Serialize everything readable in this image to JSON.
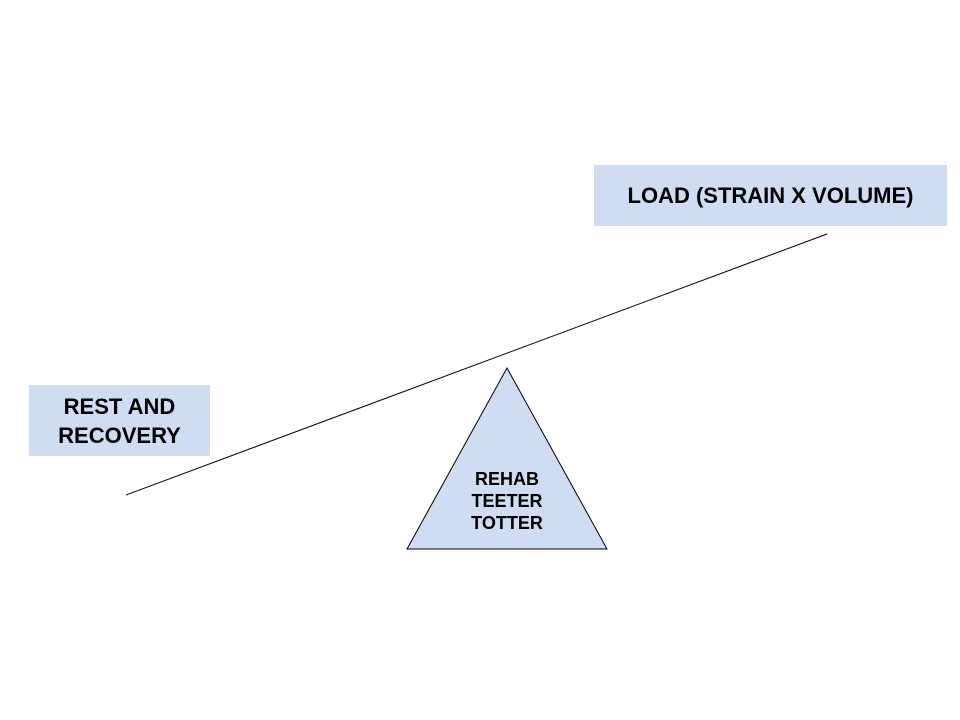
{
  "load_box": {
    "label": "LOAD (STRAIN X VOLUME)"
  },
  "rest_box": {
    "line1": "REST AND",
    "line2": "RECOVERY"
  },
  "fulcrum": {
    "line1": "REHAB",
    "line2": "TEETER",
    "line3": "TOTTER"
  },
  "colors": {
    "box_fill": "#cfdcf1",
    "fulcrum_fill": "#cfdcf1",
    "line": "#000000"
  }
}
